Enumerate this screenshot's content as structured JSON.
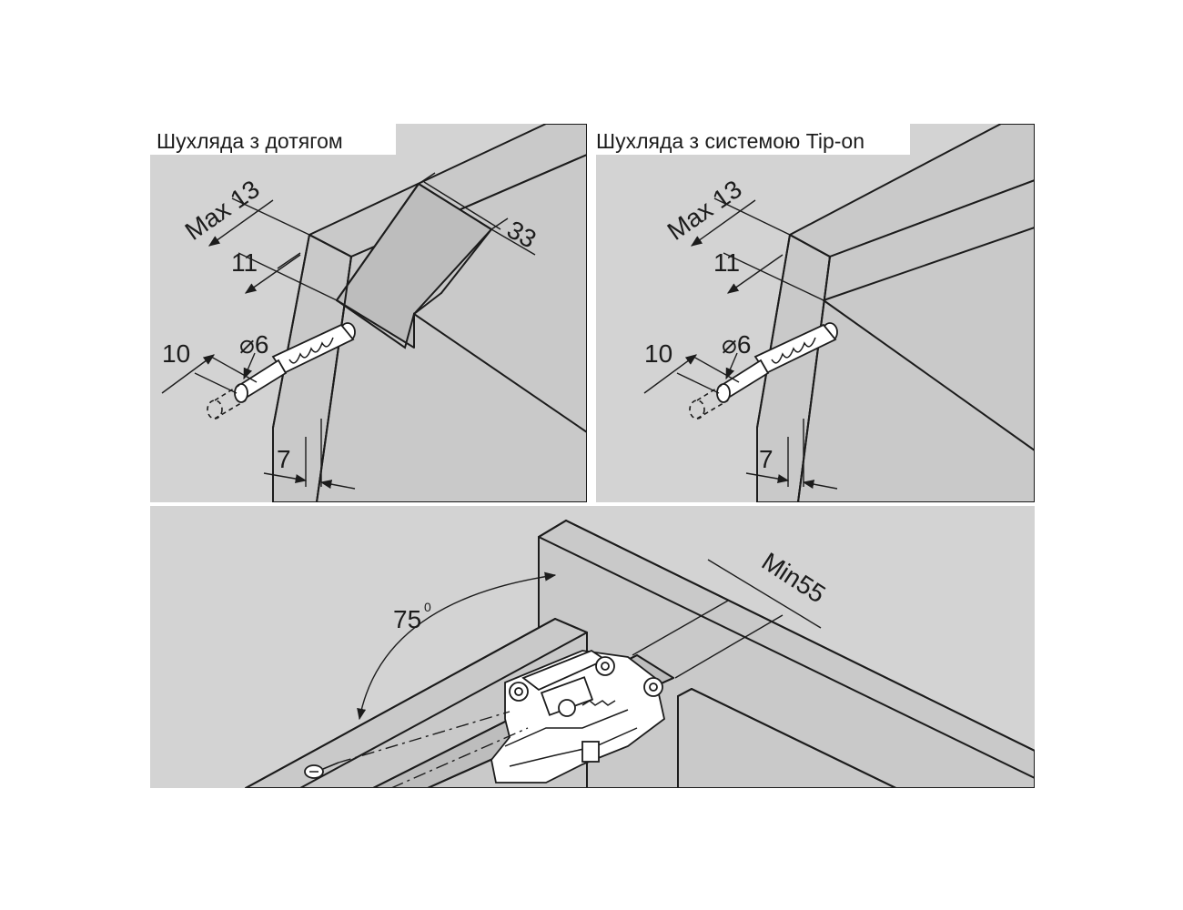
{
  "panels": {
    "left": {
      "title": "Шухляда з дотягом"
    },
    "right": {
      "title": "Шухляда з системою Tip-on"
    }
  },
  "dimensions": {
    "max13": "Max 13",
    "d11": "11",
    "d33": "33",
    "d10": "10",
    "dia6": "⌀6",
    "d7": "7",
    "angle": "75",
    "angle_unit": "0",
    "min55": "Min55"
  }
}
